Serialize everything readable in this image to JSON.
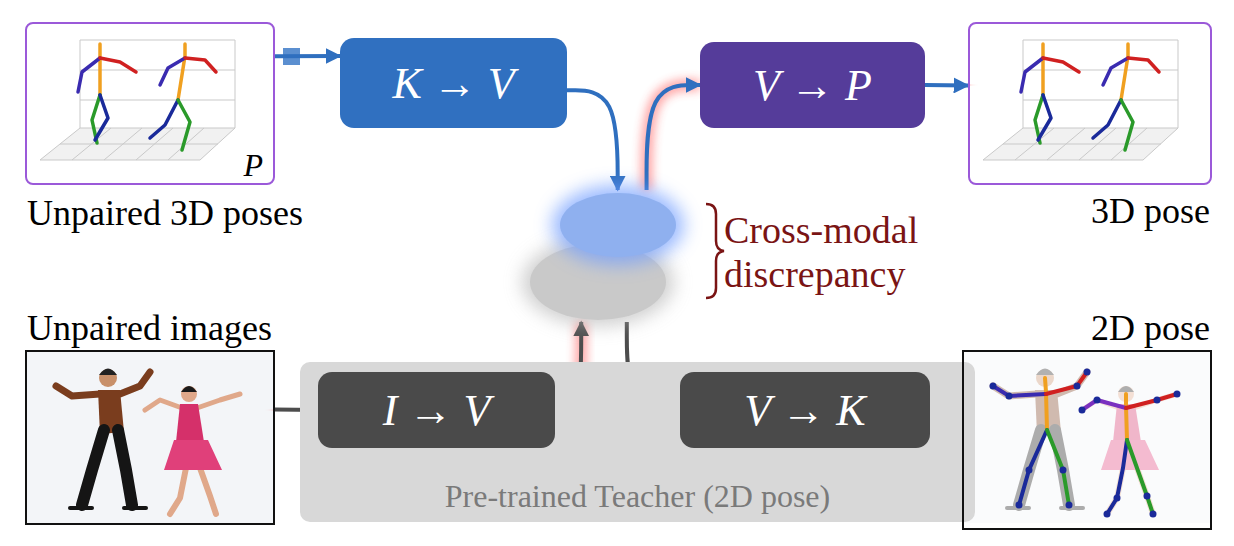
{
  "diagram": {
    "nodes": [
      {
        "text": [
          "P",
          "Unpaired 3D poses"
        ]
      },
      {
        "text": [
          "K → V"
        ]
      },
      {
        "text": [
          "V → P"
        ]
      },
      {
        "text": [
          "3D pose"
        ]
      },
      {
        "text": [
          "Cross-modal discrepancy"
        ]
      },
      {
        "text": [
          "Unpaired images"
        ]
      },
      {
        "text": [
          "Pre-trained Teacher (2D pose)"
        ]
      },
      {
        "text": [
          "I → V"
        ],
        "in": 6
      },
      {
        "text": [
          "V → K"
        ],
        "in": 6
      },
      {
        "text": [
          "2D pose"
        ]
      }
    ],
    "edges": [
      {
        "from": 0,
        "to": 1,
        "arrow": "to"
      },
      {
        "from": 1,
        "to": 4,
        "arrow": "to"
      },
      {
        "from": 4,
        "to": 2,
        "arrow": "to"
      },
      {
        "from": 2,
        "to": 3,
        "arrow": "to"
      },
      {
        "from": 5,
        "to": 7,
        "arrow": "to"
      },
      {
        "from": 7,
        "to": 4,
        "arrow": "to"
      },
      {
        "from": 4,
        "to": 8,
        "arrow": "to"
      },
      {
        "from": 8,
        "to": 9,
        "arrow": "to"
      }
    ]
  }
}
